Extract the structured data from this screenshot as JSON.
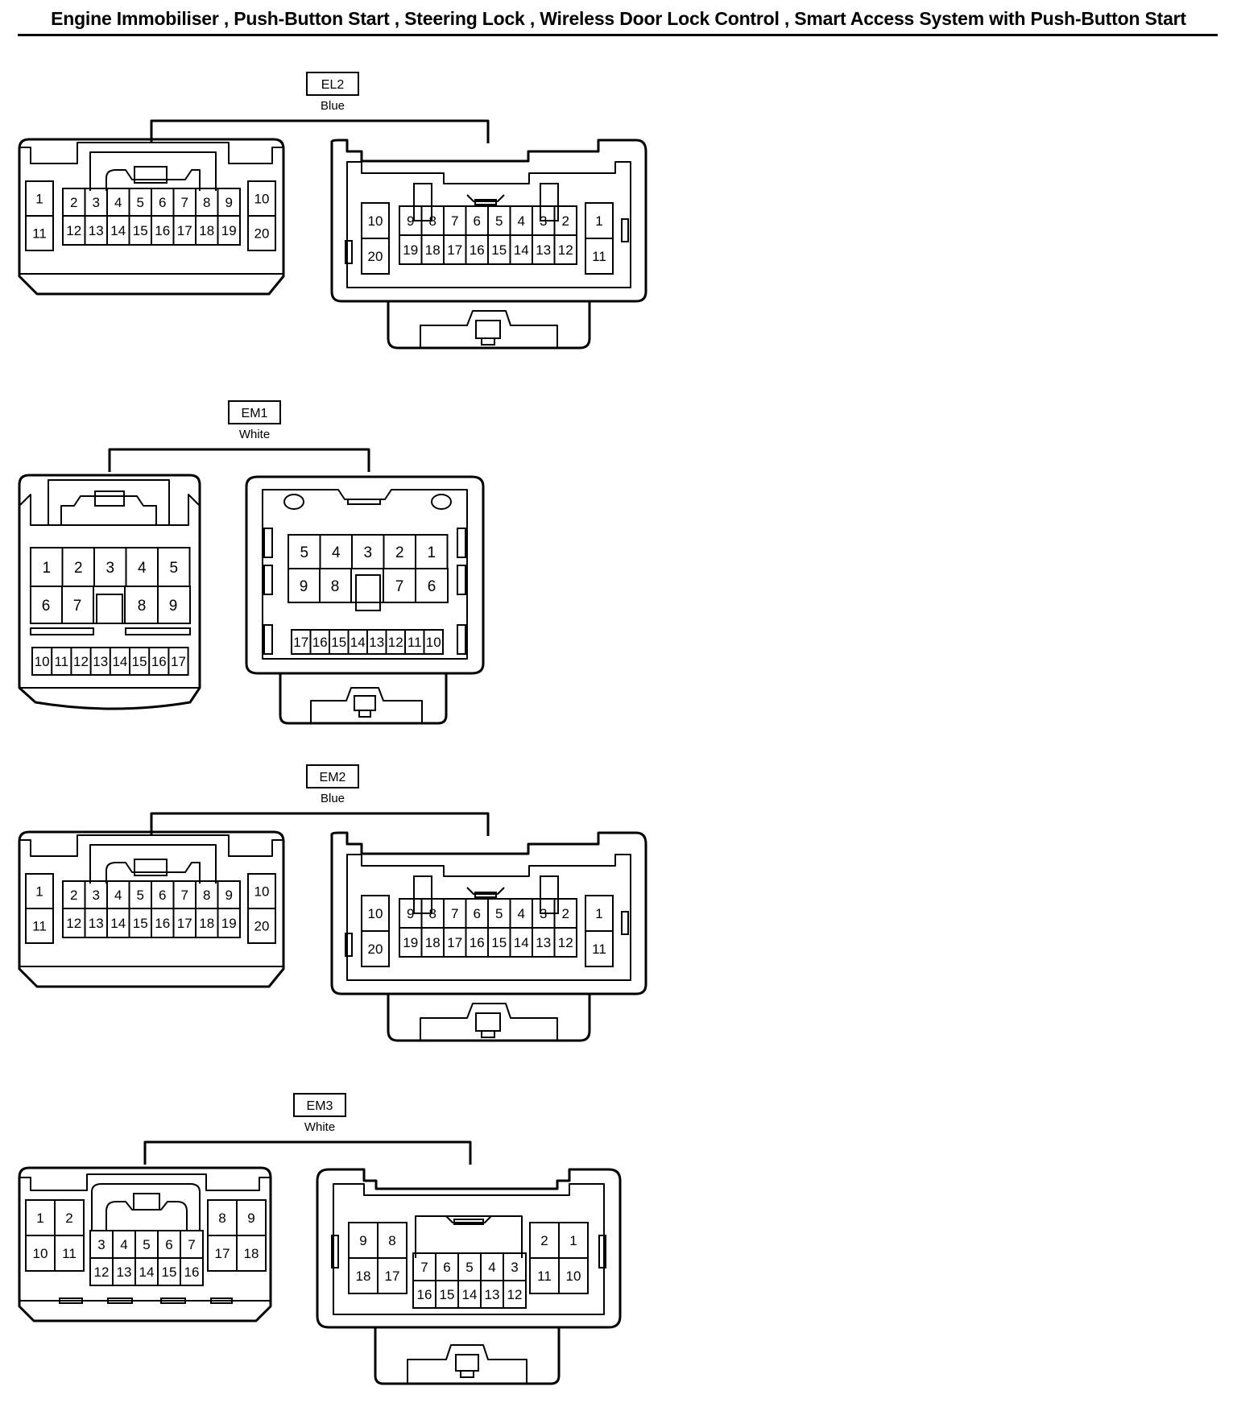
{
  "title": "Engine Immobiliser , Push-Button Start , Steering Lock , Wireless Door Lock Control , Smart Access System with Push-Button Start",
  "connectors": [
    {
      "id": "EL2",
      "color": "Blue",
      "male": {
        "top": [
          "1",
          "2",
          "3",
          "4",
          "5",
          "6",
          "7",
          "8",
          "9",
          "10"
        ],
        "bottom": [
          "11",
          "12",
          "13",
          "14",
          "15",
          "16",
          "17",
          "18",
          "19",
          "20"
        ]
      },
      "female": {
        "top": [
          "10",
          "9",
          "8",
          "7",
          "6",
          "5",
          "4",
          "3",
          "2",
          "1"
        ],
        "bottom": [
          "20",
          "19",
          "18",
          "17",
          "16",
          "15",
          "14",
          "13",
          "12",
          "11"
        ]
      }
    },
    {
      "id": "EM1",
      "color": "White",
      "male": {
        "row1": [
          "1",
          "2",
          "3",
          "4",
          "5"
        ],
        "row2": [
          "6",
          "7",
          "8",
          "9"
        ],
        "row3": [
          "10",
          "11",
          "12",
          "13",
          "14",
          "15",
          "16",
          "17"
        ]
      },
      "female": {
        "row1": [
          "5",
          "4",
          "3",
          "2",
          "1"
        ],
        "row2": [
          "9",
          "8",
          "7",
          "6"
        ],
        "row3": [
          "17",
          "16",
          "15",
          "14",
          "13",
          "12",
          "11",
          "10"
        ]
      }
    },
    {
      "id": "EM2",
      "color": "Blue",
      "male": {
        "top": [
          "1",
          "2",
          "3",
          "4",
          "5",
          "6",
          "7",
          "8",
          "9",
          "10"
        ],
        "bottom": [
          "11",
          "12",
          "13",
          "14",
          "15",
          "16",
          "17",
          "18",
          "19",
          "20"
        ]
      },
      "female": {
        "top": [
          "10",
          "9",
          "8",
          "7",
          "6",
          "5",
          "4",
          "3",
          "2",
          "1"
        ],
        "bottom": [
          "20",
          "19",
          "18",
          "17",
          "16",
          "15",
          "14",
          "13",
          "12",
          "11"
        ]
      }
    },
    {
      "id": "EM3",
      "color": "White",
      "male": {
        "left_top": [
          "1",
          "2"
        ],
        "left_bottom": [
          "10",
          "11"
        ],
        "center_top": [
          "3",
          "4",
          "5",
          "6",
          "7"
        ],
        "center_bottom": [
          "12",
          "13",
          "14",
          "15",
          "16"
        ],
        "right_top": [
          "8",
          "9"
        ],
        "right_bottom": [
          "17",
          "18"
        ]
      },
      "female": {
        "left_top": [
          "9",
          "8"
        ],
        "left_bottom": [
          "18",
          "17"
        ],
        "center_top": [
          "7",
          "6",
          "5",
          "4",
          "3"
        ],
        "center_bottom": [
          "16",
          "15",
          "14",
          "13",
          "12"
        ],
        "right_top": [
          "2",
          "1"
        ],
        "right_bottom": [
          "11",
          "10"
        ]
      }
    }
  ]
}
